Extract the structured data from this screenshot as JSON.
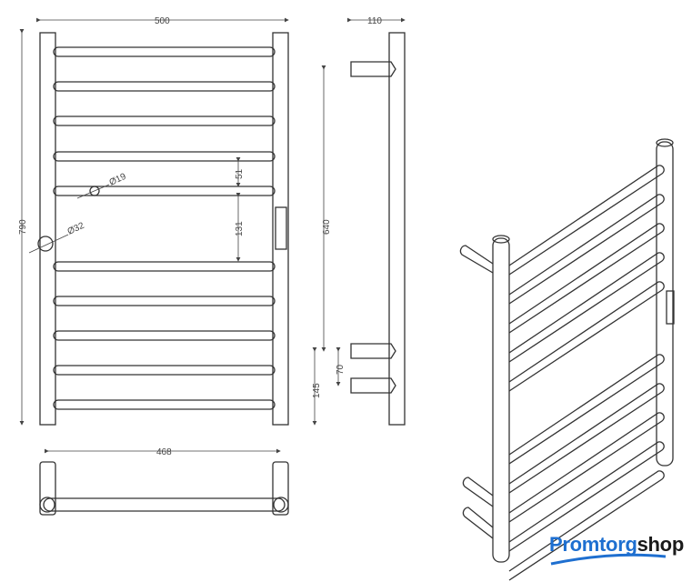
{
  "dimensions": {
    "width_total": "500",
    "height_total": "790",
    "bar_diameter": "Ø19",
    "post_diameter": "Ø32",
    "bar_gap": "51",
    "large_gap": "131",
    "depth": "110",
    "mount_spacing": "640",
    "lower_mount_gap": "70",
    "bottom_to_mount": "145",
    "inner_width": "468"
  },
  "logo": {
    "part1": "Promtorg",
    "part2": "shop",
    "color": "#1e6fd0"
  }
}
